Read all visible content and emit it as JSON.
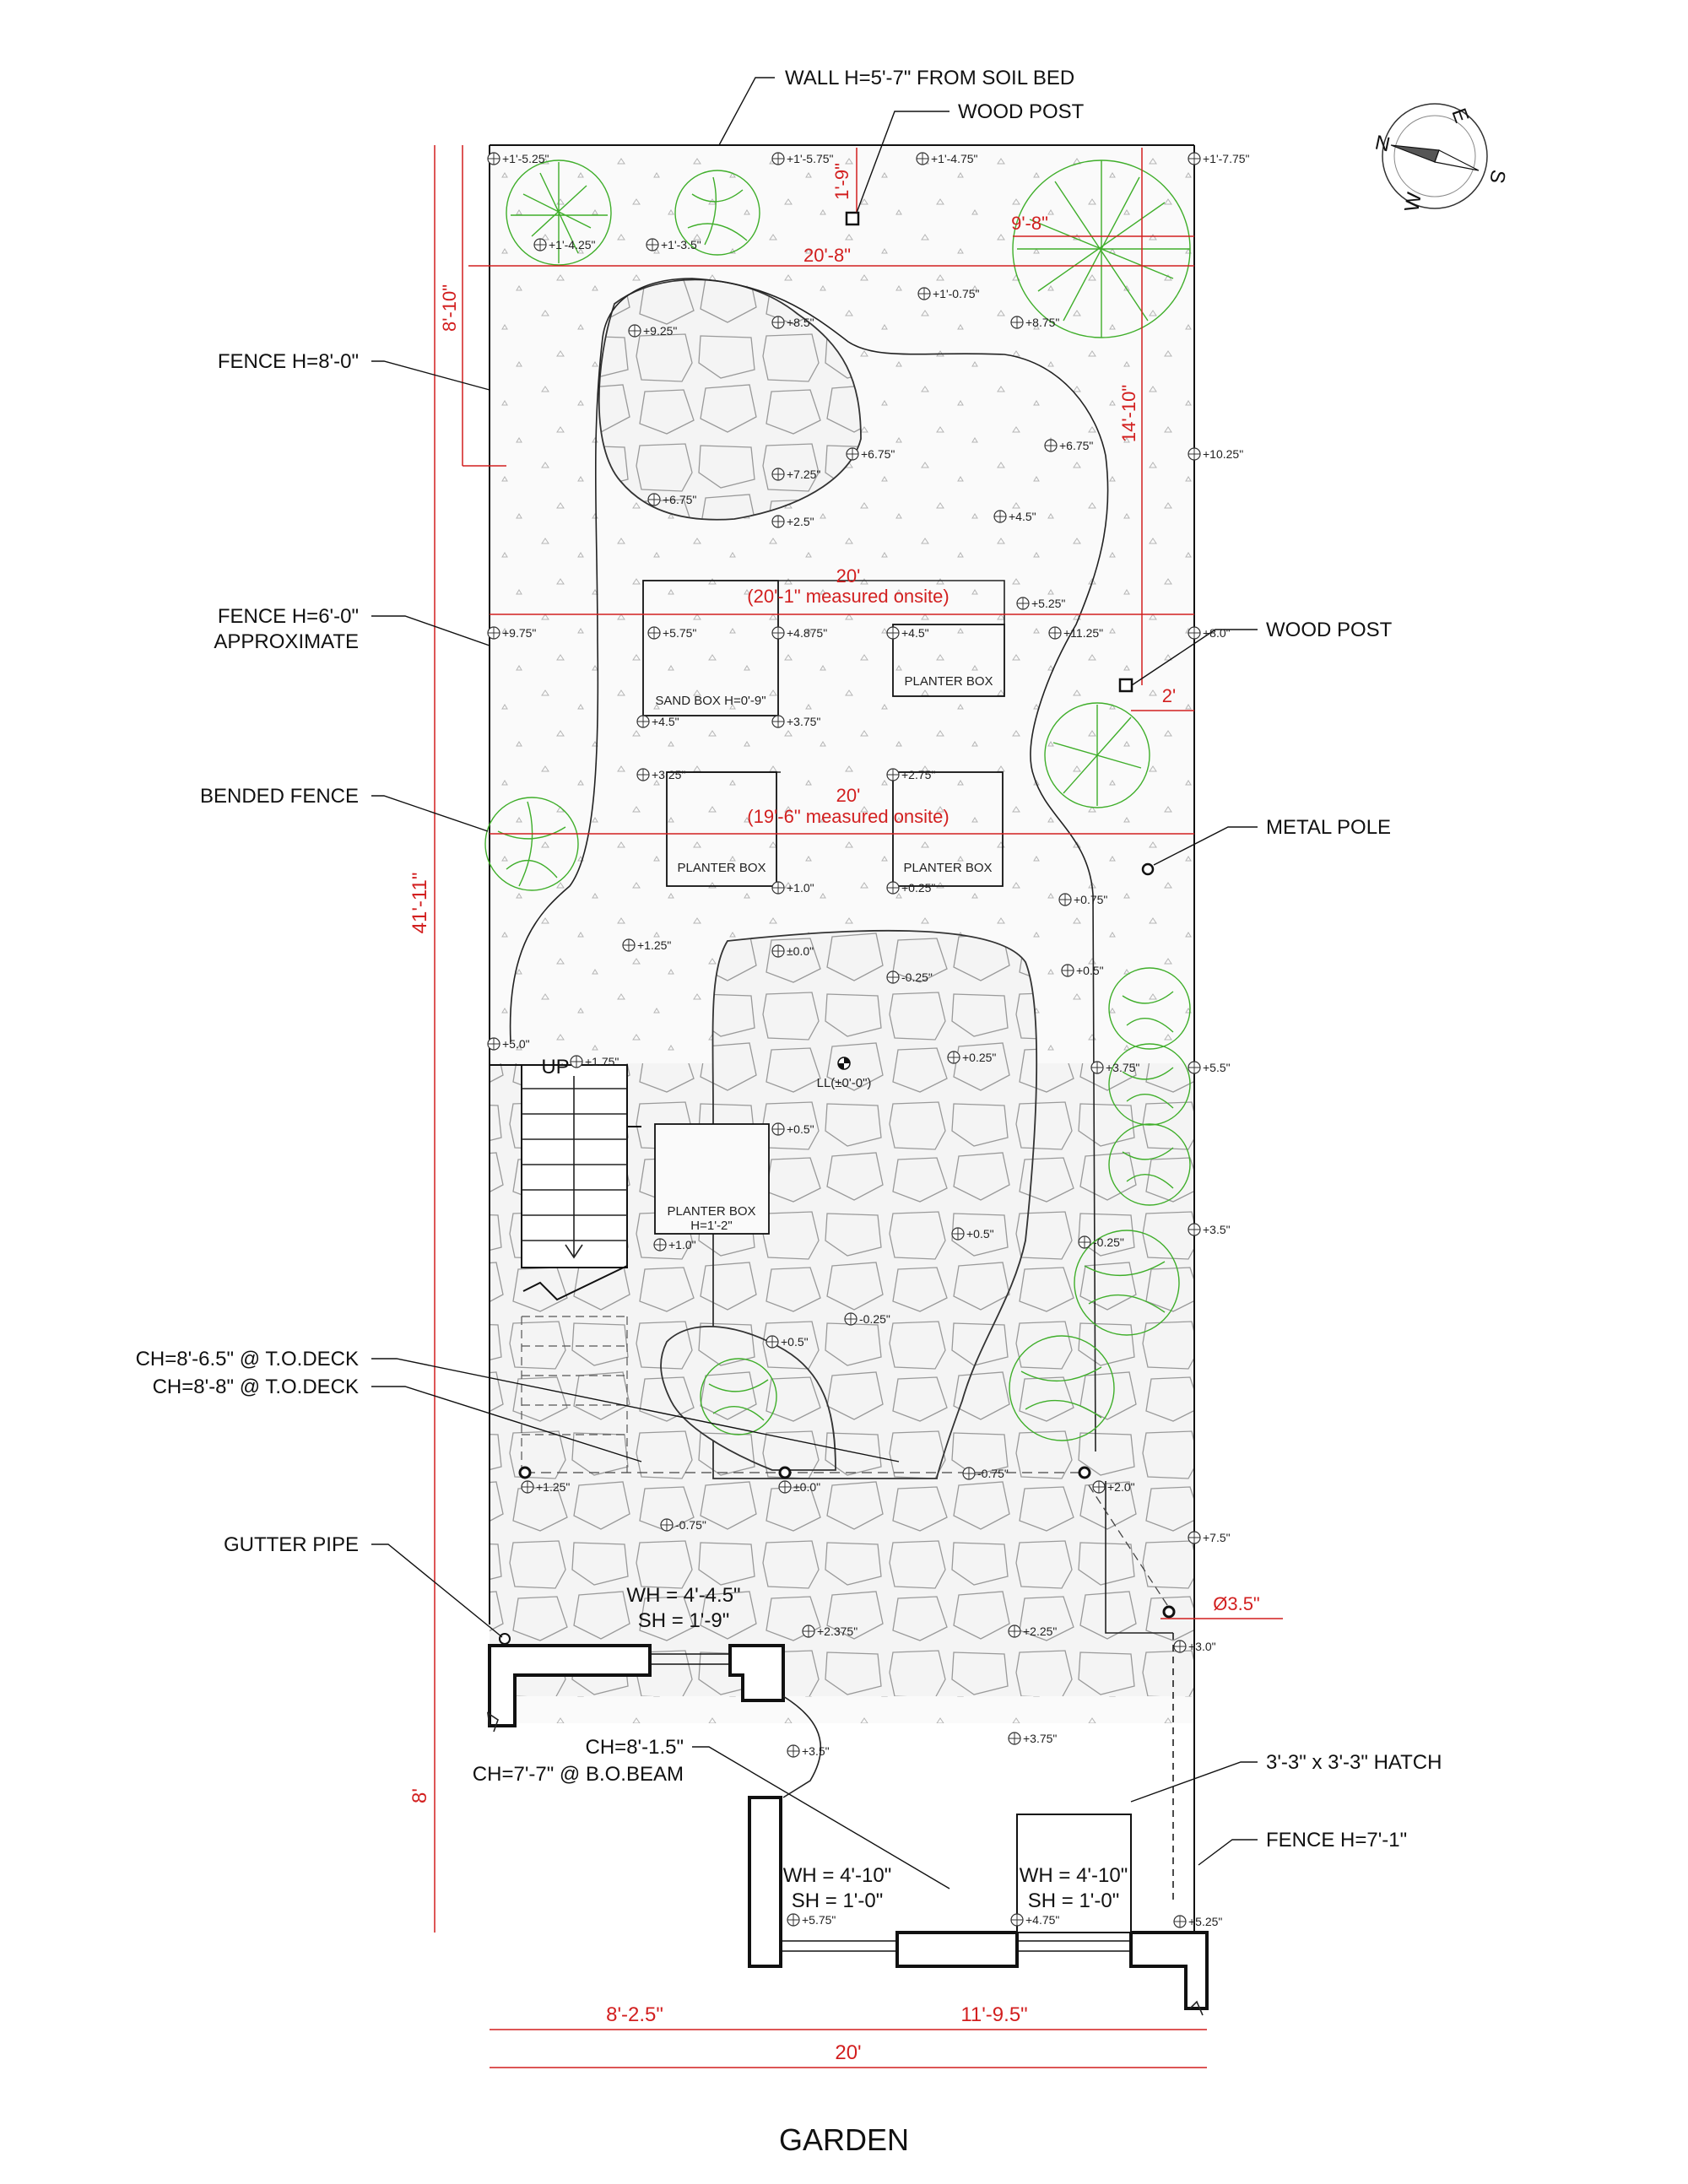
{
  "title": "GARDEN",
  "callouts": {
    "wall": "WALL H=5'-7\" FROM SOIL BED",
    "wood_post_top": "WOOD POST",
    "wood_post_right": "WOOD POST",
    "fence_8": "FENCE H=8'-0\"",
    "fence_6_line1": "FENCE H=6'-0\"",
    "fence_6_line2": "APPROXIMATE",
    "bended_fence": "BENDED FENCE",
    "metal_pole": "METAL POLE",
    "ch_deck_1": "CH=8'-6.5\" @ T.O.DECK",
    "ch_deck_2": "CH=8'-8\" @ T.O.DECK",
    "gutter_pipe": "GUTTER PIPE",
    "ch_beam_1": "CH=8'-1.5\"",
    "ch_beam_2": "CH=7'-7\" @ B.O.BEAM",
    "hatch": "3'-3\" x 3'-3\" HATCH",
    "fence_7": "FENCE H=7'-1\""
  },
  "boxes": {
    "sand_box": "SAND BOX H=0'-9\"",
    "planter_1": "PLANTER BOX",
    "planter_2": "PLANTER BOX",
    "planter_3": "PLANTER BOX",
    "planter_4": "PLANTER BOX",
    "planter_4_height": "H=1'-2\"",
    "stair_up": "UP",
    "datum": "LL(±0'-0\")"
  },
  "windows": {
    "w1_wh": "WH = 4'-4.5\"",
    "w1_sh": "SH = 1'-9\"",
    "w2_wh": "WH = 4'-10\"",
    "w2_sh": "SH = 1'-0\"",
    "w3_wh": "WH = 4'-10\"",
    "w3_sh": "SH = 1'-0\""
  },
  "dimensions": {
    "d_20_8": "20'-8\"",
    "d_9_8": "9'-8\"",
    "d_1_9": "1'-9\"",
    "d_8_10": "8'-10\"",
    "d_14_10": "14'-10\"",
    "d_20_a": "20'",
    "d_20_a_note": "(20'-1\" measured onsite)",
    "d_20_b": "20'",
    "d_20_b_note": "(19'-6\" measured onsite)",
    "d_2": "2'",
    "d_41_11": "41'-11\"",
    "d_8": "8'",
    "d_8_2_5": "8'-2.5\"",
    "d_11_9_5": "11'-9.5\"",
    "d_20_bottom": "20'",
    "d_dia": "Ø3.5\""
  },
  "compass": {
    "n": "N",
    "e": "E",
    "s": "S",
    "w": "W"
  },
  "spot_elevations": [
    "+1'-5.25\"",
    "+1'-5.75\"",
    "+1'-4.75\"",
    "+1'-7.75\"",
    "+1'-4.25\"",
    "+1'-3.5\"",
    "+1'-0.75\"",
    "+9.25\"",
    "+8.5\"",
    "+8.75\"",
    "+6.75\"",
    "+7.25\"",
    "+6.75\"",
    "+10.25\"",
    "+6.75\"",
    "+2.5\"",
    "+4.5\"",
    "+5.25\"",
    "+9.75\"",
    "+5.75\"",
    "+4.875\"",
    "+4.5\"",
    "+11.25\"",
    "+8.0\"",
    "+4.5\"",
    "+3.75\"",
    "+3.25\"",
    "+2.75\"",
    "+1.0\"",
    "+0.25\"",
    "+0.75\"",
    "+1.25\"",
    "±0.0\"",
    "-0.25\"",
    "+0.5\"",
    "+5.0\"",
    "+1.75\"",
    "+0.25\"",
    "+3.75\"",
    "+5.5\"",
    "+0.5\"",
    "+1.0\"",
    "+0.5\"",
    "-0.25\"",
    "+3.5\"",
    "-0.25\"",
    "+0.5\"",
    "+1.25\"",
    "±0.0\"",
    "-0.75\"",
    "+2.0\"",
    "-0.75\"",
    "+7.5\"",
    "+2.375\"",
    "+2.25\"",
    "+3.0\"",
    "+3.5\"",
    "+3.75\"",
    "+5.75\"",
    "+4.75\"",
    "+5.25\""
  ]
}
